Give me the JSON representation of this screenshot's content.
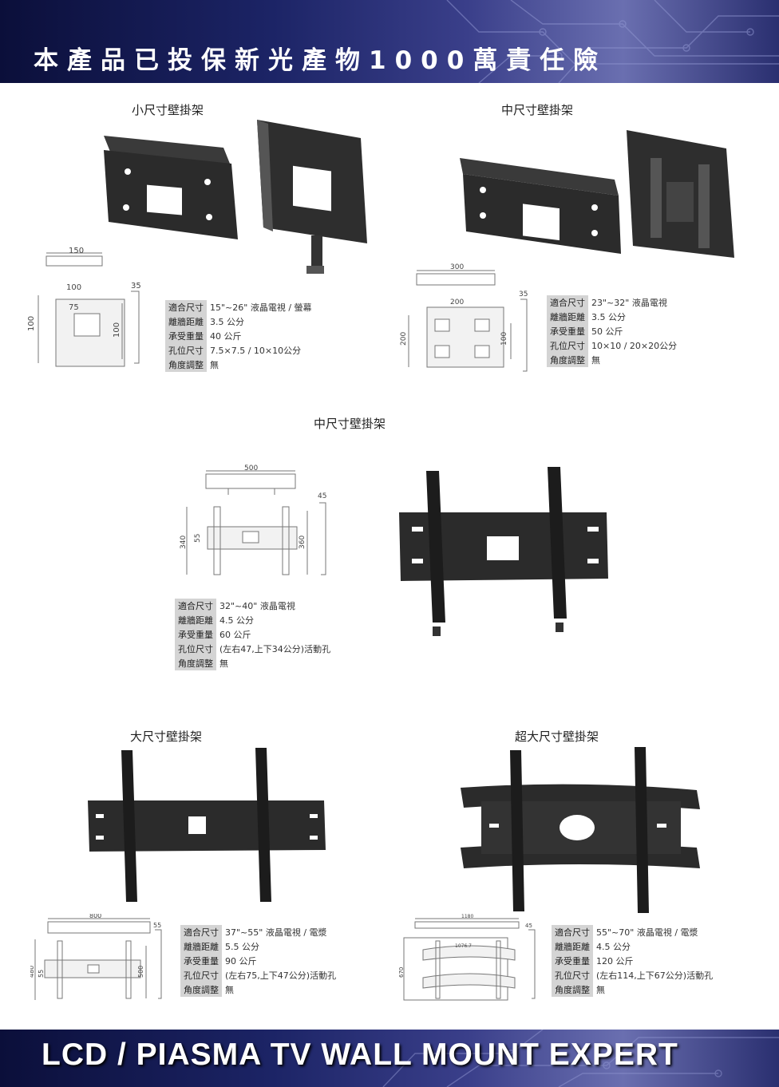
{
  "banner_top": {
    "title": "本產品已投保新光產物1000萬責任險"
  },
  "banner_bottom": {
    "title": "LCD / PIASMA TV WALL MOUNT EXPERT"
  },
  "sections": [
    {
      "title": "小尺寸壁掛架",
      "dims": {
        "top": "150",
        "mid": "100",
        "side": "35",
        "inner": "75",
        "left": "100",
        "right": "100"
      },
      "specs": [
        {
          "label": "適合尺寸",
          "value": "15\"~26\" 液晶電視 / 螢幕"
        },
        {
          "label": "離牆距離",
          "value": "3.5 公分"
        },
        {
          "label": "承受重量",
          "value": "40 公斤"
        },
        {
          "label": "孔位尺寸",
          "value": "7.5×7.5 / 10×10公分"
        },
        {
          "label": "角度調整",
          "value": "無"
        }
      ]
    },
    {
      "title": "中尺寸壁掛架",
      "dims": {
        "top": "300",
        "mid": "200",
        "side": "35",
        "left": "200",
        "right": "100"
      },
      "specs": [
        {
          "label": "適合尺寸",
          "value": "23\"~32\" 液晶電視"
        },
        {
          "label": "離牆距離",
          "value": "3.5 公分"
        },
        {
          "label": "承受重量",
          "value": "50 公斤"
        },
        {
          "label": "孔位尺寸",
          "value": "10×10 / 20×20公分"
        },
        {
          "label": "角度調整",
          "value": "無"
        }
      ]
    },
    {
      "title": "中尺寸壁掛架",
      "dims": {
        "top": "500",
        "side": "45",
        "left": "340",
        "inner": "55",
        "right": "360"
      },
      "specs": [
        {
          "label": "適合尺寸",
          "value": "32\"~40\" 液晶電視"
        },
        {
          "label": "離牆距離",
          "value": "4.5 公分"
        },
        {
          "label": "承受重量",
          "value": "60 公斤"
        },
        {
          "label": "孔位尺寸",
          "value": "(左右47,上下34公分)活動孔"
        },
        {
          "label": "角度調整",
          "value": "無"
        }
      ]
    },
    {
      "title": "大尺寸壁掛架",
      "dims": {
        "top": "800",
        "side": "55",
        "left": "480",
        "inner": "55",
        "right": "500"
      },
      "specs": [
        {
          "label": "適合尺寸",
          "value": "37\"~55\" 液晶電視 / 電漿"
        },
        {
          "label": "離牆距離",
          "value": "5.5 公分"
        },
        {
          "label": "承受重量",
          "value": "90 公斤"
        },
        {
          "label": "孔位尺寸",
          "value": "(左右75,上下47公分)活動孔"
        },
        {
          "label": "角度調整",
          "value": "無"
        }
      ]
    },
    {
      "title": "超大尺寸壁掛架",
      "dims": {
        "top": "1180",
        "side": "45",
        "inner": "1076.7",
        "left": "670"
      },
      "specs": [
        {
          "label": "適合尺寸",
          "value": "55\"~70\" 液晶電視 / 電漿"
        },
        {
          "label": "離牆距離",
          "value": "4.5 公分"
        },
        {
          "label": "承受重量",
          "value": "120 公斤"
        },
        {
          "label": "孔位尺寸",
          "value": "(左右114,上下67公分)活動孔"
        },
        {
          "label": "角度調整",
          "value": "無"
        }
      ]
    }
  ]
}
